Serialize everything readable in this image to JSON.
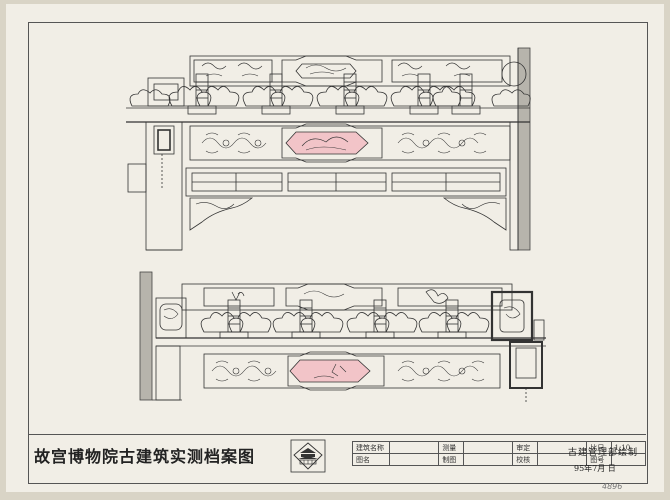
{
  "title_block": {
    "main_title": "故宫博物院古建筑实测档案图",
    "table": {
      "building_name_label": "建筑名称",
      "building_name_value": "",
      "measure_label": "测量",
      "review_label": "审定",
      "scale_label": "比尺",
      "scale_value": "1:10",
      "drawing_name_label": "图名",
      "draw_label": "制图",
      "check_label": "校核",
      "sheet_no_label": "图号"
    },
    "maker": "古建管理部绘制",
    "date": "95年7月 日"
  },
  "page_number": "4896",
  "colors": {
    "paper": "#f1eee6",
    "ink": "#333333",
    "panel_pink": "#f2c4c8",
    "shade": "#9a9a9a"
  }
}
